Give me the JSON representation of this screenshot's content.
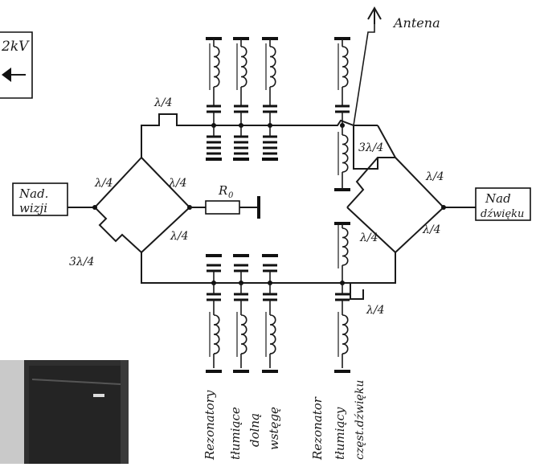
{
  "labels": {
    "kv": "2kV",
    "antenna": "Antena",
    "tx_video_line1": "Nad.",
    "tx_video_line2": "wizji",
    "tx_sound_line1": "Nad",
    "tx_sound_line2": "dźwięku",
    "lambda4": "λ/4",
    "three_lambda4": "3λ/4",
    "resistor": "R",
    "resistor_sub": "0",
    "rejector_group_line1": "Rezonatory",
    "rejector_group_line2": "tłumiące",
    "rejector_group_line3": "dolną",
    "rejector_group_line4": "wstęgę",
    "sound_rejector_line1": "Rezonator",
    "sound_rejector_line2": "tłumiący",
    "sound_rejector_line3": "częst.dźwięku"
  },
  "colors": {
    "ink": "#1a1a1a",
    "paper": "#ffffff",
    "photo_dark": "#2b2b2b"
  },
  "icons": {
    "kv_box_arrow": "arrow-left-icon",
    "antenna": "antenna-arrow-icon",
    "resistor": "resistor-symbol",
    "ground": "ground-bar-symbol"
  }
}
